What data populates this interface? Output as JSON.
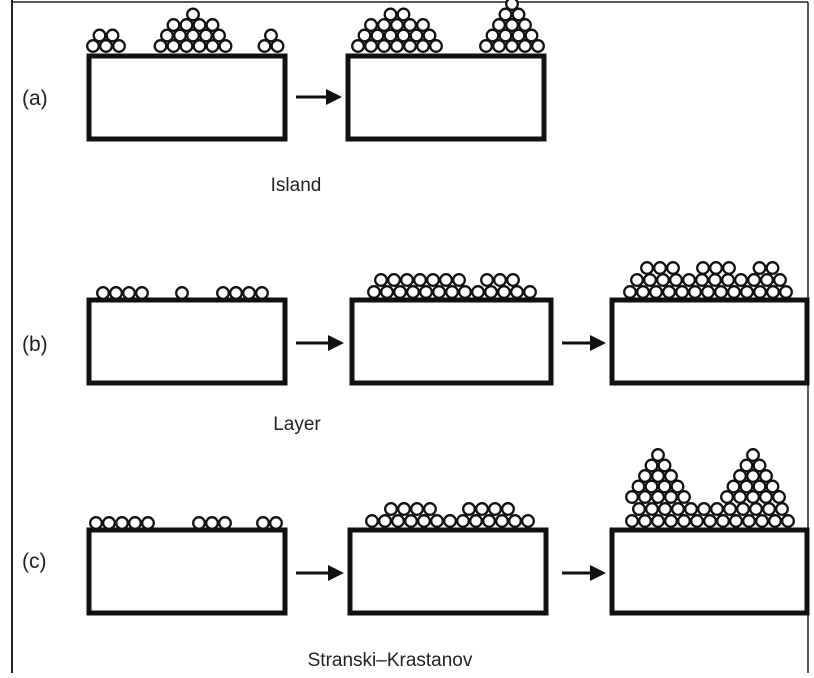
{
  "rows": [
    {
      "label": "(a)",
      "caption": "Island"
    },
    {
      "label": "(b)",
      "caption": "Layer"
    },
    {
      "label": "(c)",
      "caption": "Stranski–Krastanov"
    }
  ],
  "colors": {
    "ink": "#111111",
    "text": "#222222",
    "background": "#ffffff"
  }
}
